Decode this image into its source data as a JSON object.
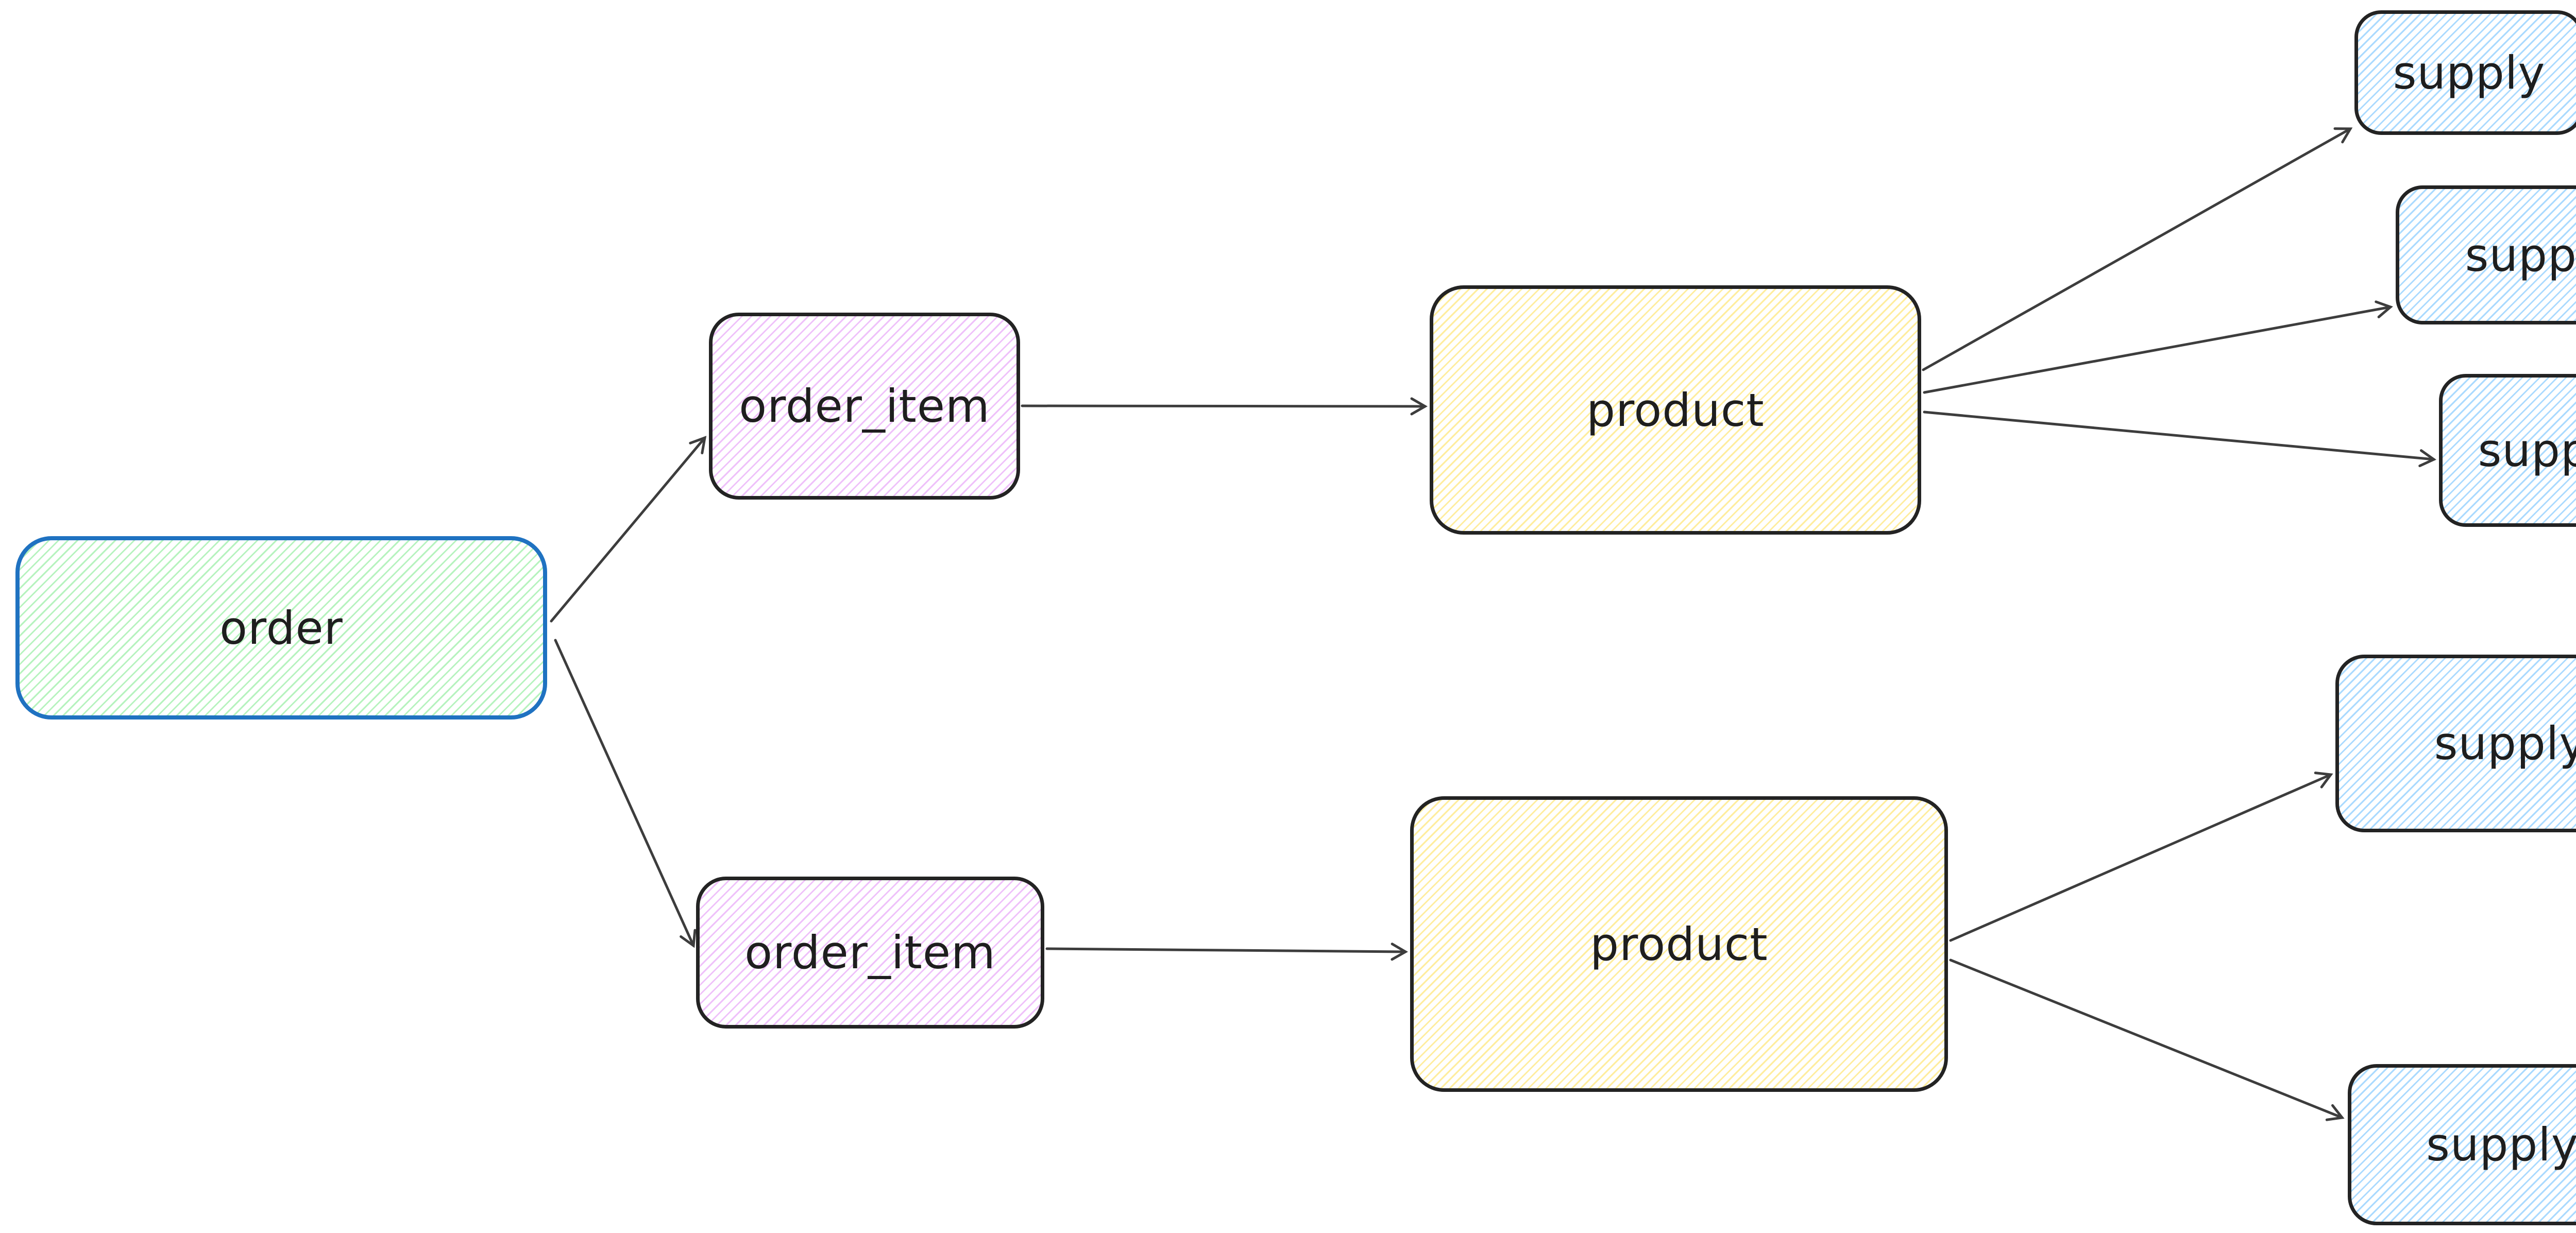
{
  "diagram": {
    "kind": "hand-drawn entity flow diagram",
    "background": "#ffffff",
    "nodes": {
      "order": {
        "label": "order",
        "fill_hatch": "#b2f2bb",
        "border": "#1f72c1"
      },
      "order_item_1": {
        "label": "order_item",
        "fill_hatch": "#eebefa",
        "border": "#232323"
      },
      "order_item_2": {
        "label": "order_item",
        "fill_hatch": "#eebefa",
        "border": "#232323"
      },
      "product_1": {
        "label": "product",
        "fill_hatch": "#ffec99",
        "border": "#232323"
      },
      "product_2": {
        "label": "product",
        "fill_hatch": "#ffec99",
        "border": "#232323"
      },
      "supply_1": {
        "label": "supply",
        "fill_hatch": "#a5d8ff",
        "border": "#232323"
      },
      "supply_2": {
        "label": "supply",
        "fill_hatch": "#a5d8ff",
        "border": "#232323"
      },
      "supply_3": {
        "label": "supply",
        "fill_hatch": "#a5d8ff",
        "border": "#232323"
      },
      "supply_4": {
        "label": "supply",
        "fill_hatch": "#a5d8ff",
        "border": "#232323"
      },
      "supply_5": {
        "label": "supply",
        "fill_hatch": "#a5d8ff",
        "border": "#232323"
      }
    },
    "edges": [
      {
        "from": "order",
        "to": "order_item_1"
      },
      {
        "from": "order",
        "to": "order_item_2"
      },
      {
        "from": "order_item_1",
        "to": "product_1"
      },
      {
        "from": "order_item_2",
        "to": "product_2"
      },
      {
        "from": "product_1",
        "to": "supply_1"
      },
      {
        "from": "product_1",
        "to": "supply_2"
      },
      {
        "from": "product_1",
        "to": "supply_3"
      },
      {
        "from": "product_2",
        "to": "supply_4"
      },
      {
        "from": "product_2",
        "to": "supply_5"
      }
    ],
    "colors": {
      "arrow": "#3d3d3d",
      "text": "#1e1e1e"
    }
  }
}
